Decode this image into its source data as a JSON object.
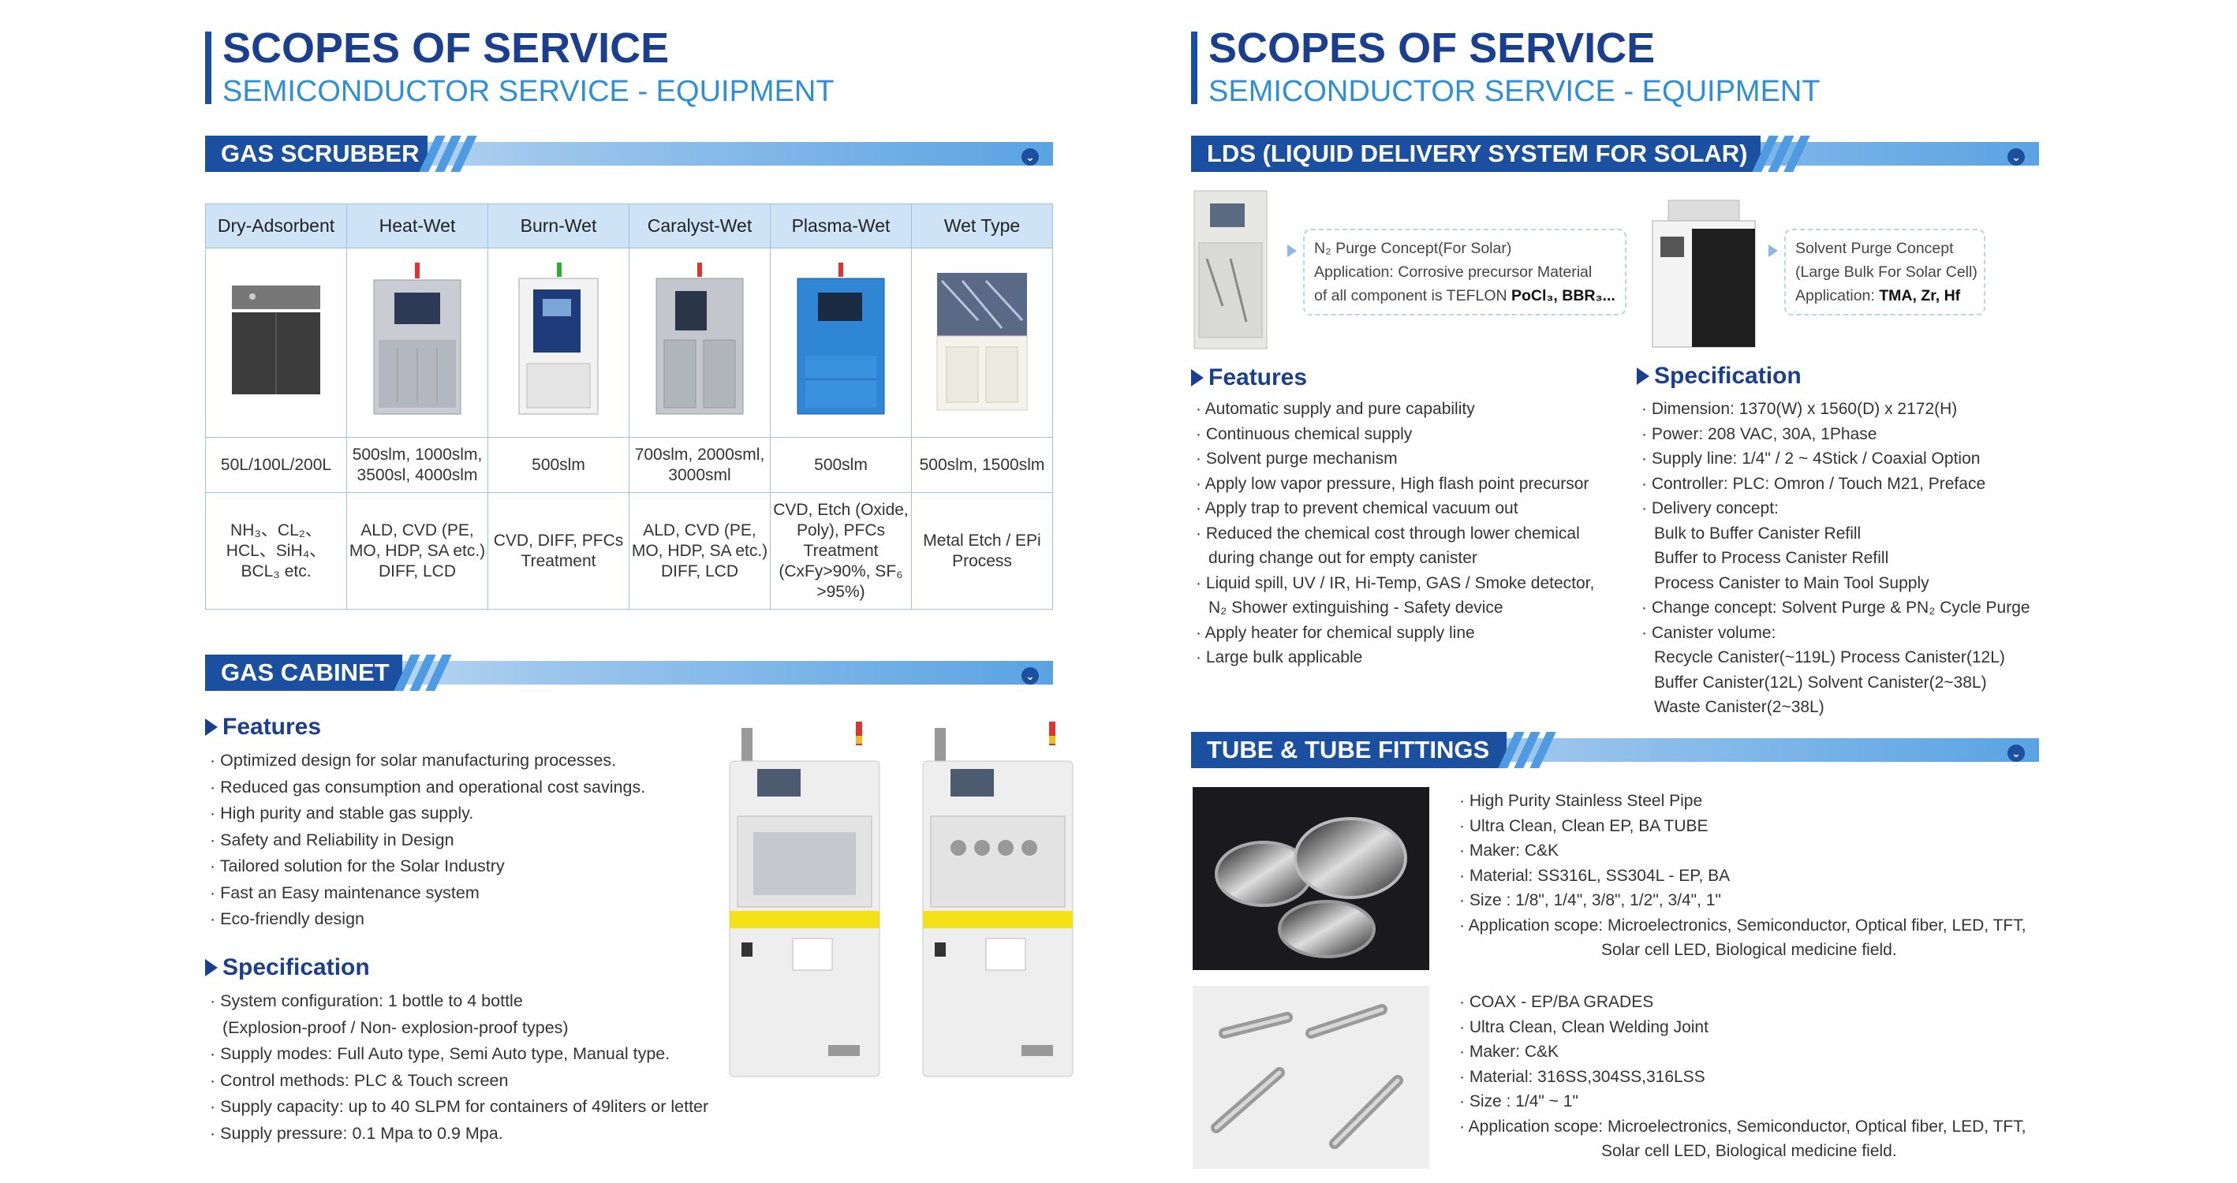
{
  "header": {
    "title": "SCOPES OF SERVICE",
    "subtitle": "SEMICONDUCTOR  SERVICE - EQUIPMENT"
  },
  "left": {
    "gas_scrubber": {
      "banner": "GAS SCRUBBER",
      "columns": [
        "Dry-Adsorbent",
        "Heat-Wet",
        "Burn-Wet",
        "Caralyst-Wet",
        "Plasma-Wet",
        "Wet Type"
      ],
      "capacity": [
        "50L/100L/200L",
        "500slm, 1000slm, 3500sl, 4000slm",
        "500slm",
        "700slm, 2000sml, 3000sml",
        "500slm",
        "500slm, 1500slm"
      ],
      "applications": [
        "NH₃、CL₂、 HCL、SiH₄、 BCL₃  etc.",
        "ALD,  CVD (PE, MO, HDP, SA etc.) DIFF, LCD",
        "CVD, DIFF, PFCs Treatment",
        "ALD, CVD (PE, MO, HDP, SA etc.) DIFF, LCD",
        "CVD, Etch (Oxide, Poly), PFCs Treatment (CxFy>90%, SF₆ >95%)",
        "Metal Etch / EPi Process"
      ]
    },
    "gas_cabinet": {
      "banner": "GAS CABINET",
      "features_title": "Features",
      "features": [
        "Optimized design for solar manufacturing processes.",
        "Reduced gas consumption and operational cost savings.",
        "High purity and stable gas supply.",
        "Safety and Reliability in Design",
        "Tailored solution for the Solar Industry",
        "Fast an Easy maintenance system",
        "Eco-friendly design"
      ],
      "spec_title": "Specification",
      "spec": [
        "System configuration: 1 bottle to 4 bottle",
        "(Explosion-proof / Non- explosion-proof types)",
        "Supply modes: Full Auto type, Semi Auto type, Manual type.",
        "Control methods: PLC & Touch screen",
        "Supply capacity: up to 40 SLPM for containers of 49liters or letter",
        "Supply pressure: 0.1 Mpa to 0.9 Mpa."
      ]
    }
  },
  "right": {
    "lds": {
      "banner": "LDS (LIQUID DELIVERY SYSTEM FOR SOLAR)",
      "callout1": {
        "line1": "N₂ Purge Concept(For Solar)",
        "line2": "Application: Corrosive precursor Material",
        "line3_prefix": "of all component is TEFLON ",
        "line3_bold": "PoCl₃, BBR₃..."
      },
      "callout2": {
        "line1": "Solvent Purge Concept",
        "line2": "(Large Bulk For Solar Cell)",
        "line3_prefix": "Application: ",
        "line3_bold": "TMA, Zr, Hf"
      },
      "features_title": "Features",
      "features": [
        "Automatic supply and pure capability",
        "Continuous chemical supply",
        "Solvent purge mechanism",
        "Apply low vapor pressure, High flash point precursor",
        "Apply trap to prevent chemical vacuum out",
        "Reduced the chemical cost through lower chemical",
        "during change out for empty canister",
        "Liquid spill, UV / IR, Hi-Temp, GAS / Smoke detector,",
        "N₂ Shower extinguishing - Safety device",
        "Apply heater for chemical supply line",
        "Large bulk applicable"
      ],
      "spec_title": "Specification",
      "spec": [
        "Dimension: 1370(W) x 1560(D) x 2172(H)",
        "Power: 208 VAC, 30A, 1Phase",
        "Supply line: 1/4\" / 2 ~ 4Stick / Coaxial Option",
        "Controller: PLC: Omron / Touch M21, Preface",
        "Delivery concept:",
        "Bulk to Buffer Canister Refill",
        "Buffer to Process Canister Refill",
        "Process Canister to Main Tool Supply",
        "Change concept: Solvent Purge & PN₂ Cycle Purge",
        "Canister volume:",
        "Recycle Canister(~119L) Process Canister(12L)",
        "Buffer Canister(12L) Solvent Canister(2~38L)",
        "Waste Canister(2~38L)"
      ]
    },
    "tube": {
      "banner": "TUBE & TUBE FITTINGS",
      "list1": [
        "High Purity Stainless Steel Pipe",
        "Ultra Clean, Clean EP, BA TUBE",
        "Maker: C&K",
        "Material: SS316L, SS304L - EP, BA",
        "Size : 1/8\", 1/4\", 3/8\", 1/2\", 3/4\", 1\"",
        "Application scope: Microelectronics, Semiconductor, Optical fiber, LED, TFT,",
        "Solar cell LED, Biological medicine field."
      ],
      "list2": [
        "COAX  - EP/BA GRADES",
        "Ultra Clean, Clean Welding Joint",
        "Maker: C&K",
        "Material: 316SS,304SS,316LSS",
        "Size : 1/4\" ~ 1\"",
        "Application scope: Microelectronics, Semiconductor, Optical fiber, LED, TFT,",
        "Solar cell LED, Biological medicine field."
      ]
    }
  }
}
